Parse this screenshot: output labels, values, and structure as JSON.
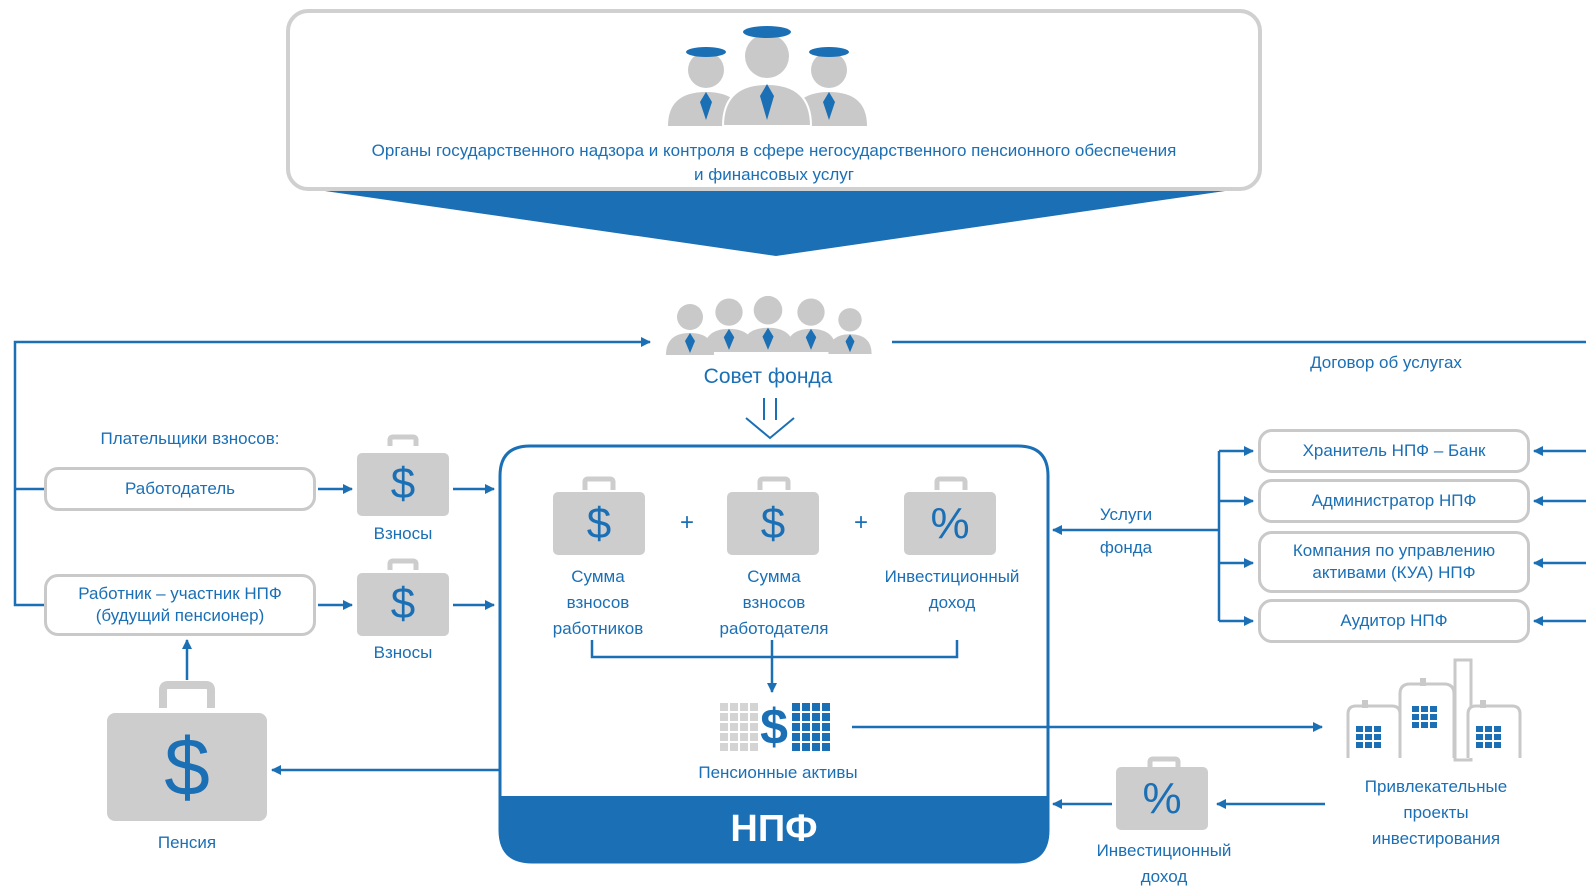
{
  "regulator": {
    "label_line1": "Органы государственного надзора и контроля в сфере негосударственного пенсионного обеспечения",
    "label_line2": "и финансовых услуг"
  },
  "council": {
    "label": "Совет фонда"
  },
  "service_contract": {
    "label": "Договор об услугах"
  },
  "payers": {
    "title": "Плательщики взносов:",
    "employer": "Работодатель",
    "employee_line1": "Работник – участник НПФ",
    "employee_line2": "(будущий пенсионер)"
  },
  "contributions": {
    "label_top": "Взносы",
    "label_bottom": "Взносы"
  },
  "fund": {
    "title": "НПФ",
    "employee_sum": [
      "Сумма",
      "взносов",
      "работников"
    ],
    "employer_sum": [
      "Сумма",
      "взносов",
      "работодателя"
    ],
    "investment_income": [
      "Инвестиционный",
      "доход"
    ],
    "plus1": "+",
    "plus2": "+",
    "assets": "Пенсионные активы"
  },
  "pension": {
    "label": "Пенсия"
  },
  "fund_services": {
    "line1": "Услуги",
    "line2": "фонда"
  },
  "providers": {
    "custodian": "Хранитель НПФ – Банк",
    "administrator": "Администратор НПФ",
    "kua_line1": "Компания по управлению",
    "kua_line2": "активами (КУА) НПФ",
    "auditor": "Аудитор НПФ"
  },
  "projects": {
    "line1": "Привлекательные",
    "line2": "проекты",
    "line3": "инвестирования"
  },
  "investment_income_out": {
    "line1": "Инвестиционный",
    "line2": "доход"
  },
  "symbols": {
    "dollar": "$",
    "percent": "%"
  },
  "colors": {
    "blue": "#1a6fb5",
    "dark_blue": "#0f5ea8",
    "gray": "#c9c9c9",
    "case_gray": "#cdcdcd"
  }
}
